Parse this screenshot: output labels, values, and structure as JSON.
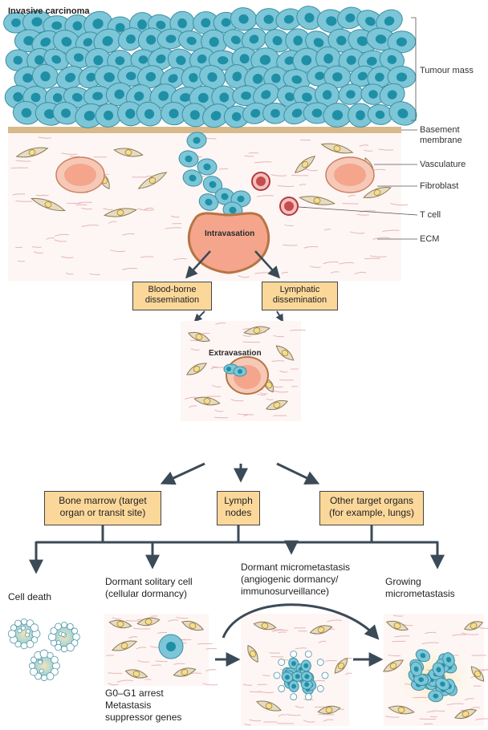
{
  "title": "Invasive carcinoma",
  "side_labels": {
    "tumour_mass": "Tumour mass",
    "basement_membrane": "Basement\nmembrane",
    "vasculature": "Vasculature",
    "fibroblast": "Fibroblast",
    "t_cell": "T cell",
    "ecm": "ECM"
  },
  "stages": {
    "intravasation": "Intravasation",
    "extravasation": "Extravasation"
  },
  "dissemination": {
    "blood": "Blood-borne\ndissemination",
    "lymphatic": "Lymphatic\ndissemination"
  },
  "targets": {
    "bone_marrow": "Bone marrow (target\norgan or transit site)",
    "lymph_nodes": "Lymph\nnodes",
    "other_organs": "Other target organs\n(for example, lungs)"
  },
  "outcomes": {
    "cell_death": "Cell death",
    "dormant_cell": "Dormant solitary cell\n(cellular dormancy)",
    "dormant_micro": "Dormant micrometastasis\n(angiogenic dormancy/\nimmunosurveillance)",
    "growing": "Growing\nmicrometastasis"
  },
  "footnote": "G0–G1 arrest\nMetastasis\nsuppressor genes",
  "colors": {
    "tumour_cell": "#7cc6d8",
    "nucleus": "#1f8fa6",
    "fibroblast": "#e8dcc0",
    "vessel": "#f4a58c",
    "membrane": "#d9b98a",
    "box_fill": "#fbd89a",
    "arrow": "#3b4a57"
  }
}
